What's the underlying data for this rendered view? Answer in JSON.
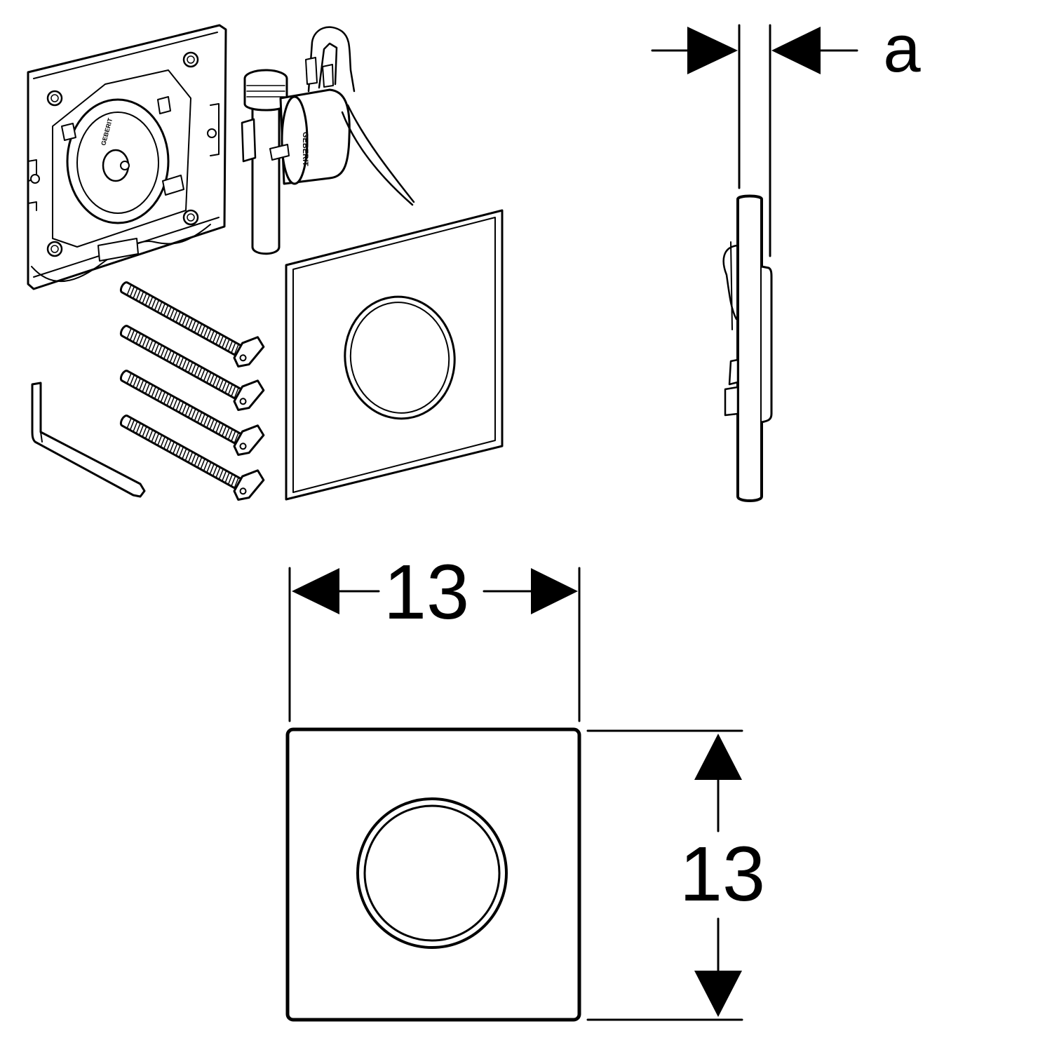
{
  "labels": {
    "depth_label": "a",
    "width_value": "13",
    "height_value": "13",
    "brand_mount": "GEBERIT",
    "brand_valve": "GEBERIT"
  },
  "views": [
    "exploded-parts",
    "side-view",
    "front-view"
  ],
  "colors": {
    "line": "#000000",
    "background": "#ffffff"
  }
}
